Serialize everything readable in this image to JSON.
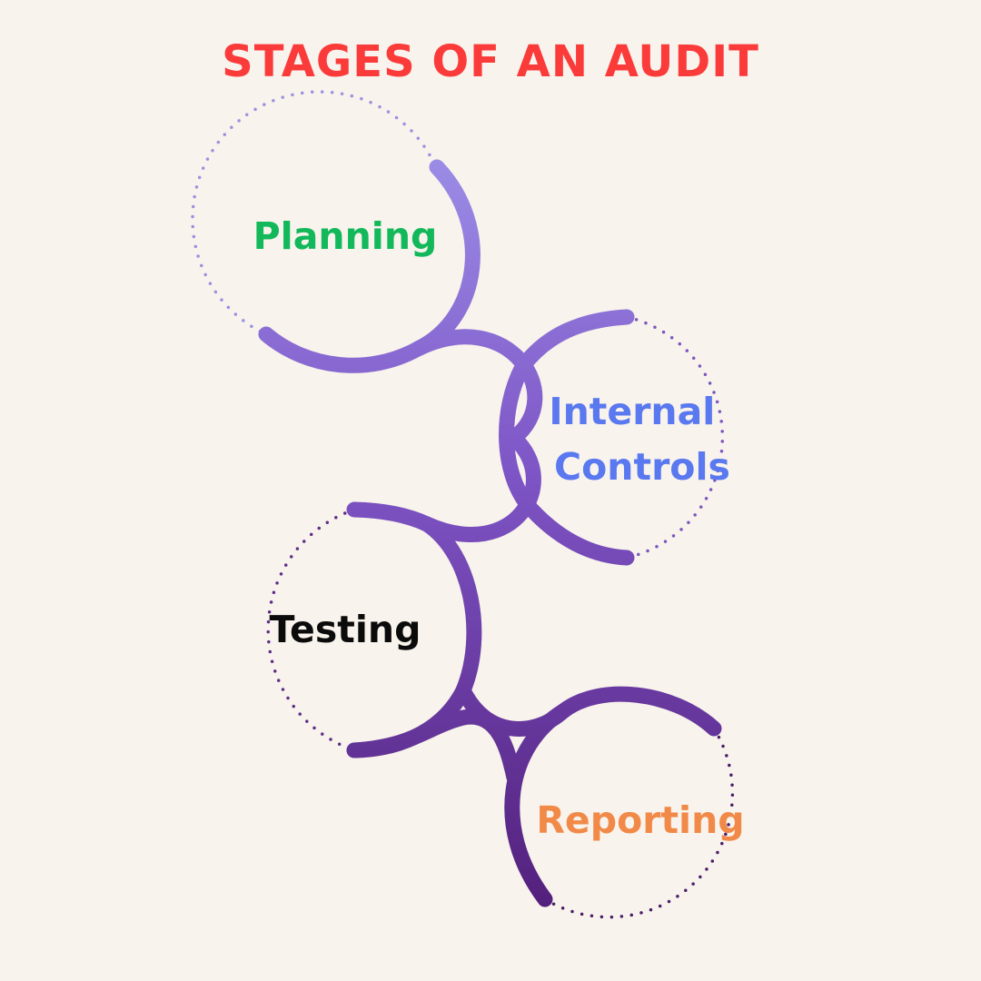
{
  "title": "STAGES OF AN AUDIT",
  "colors": {
    "background": "#f8f3ec",
    "title": "#fb3a3a",
    "connector_light": "#9b8de6",
    "connector_mid": "#7e55c6",
    "connector_dark": "#53207c"
  },
  "stages": [
    {
      "label_lines": [
        "Planning"
      ],
      "color": "#12b85a",
      "dot_color": "#9b91e0"
    },
    {
      "label_lines": [
        "Internal",
        "Controls"
      ],
      "color": "#5a78ef",
      "dot_color": "#7b55c0"
    },
    {
      "label_lines": [
        "Testing"
      ],
      "color": "#0b0b0b",
      "dot_color": "#5f2d88"
    },
    {
      "label_lines": [
        "Reporting"
      ],
      "color": "#f18a48",
      "dot_color": "#4b1c69"
    }
  ]
}
